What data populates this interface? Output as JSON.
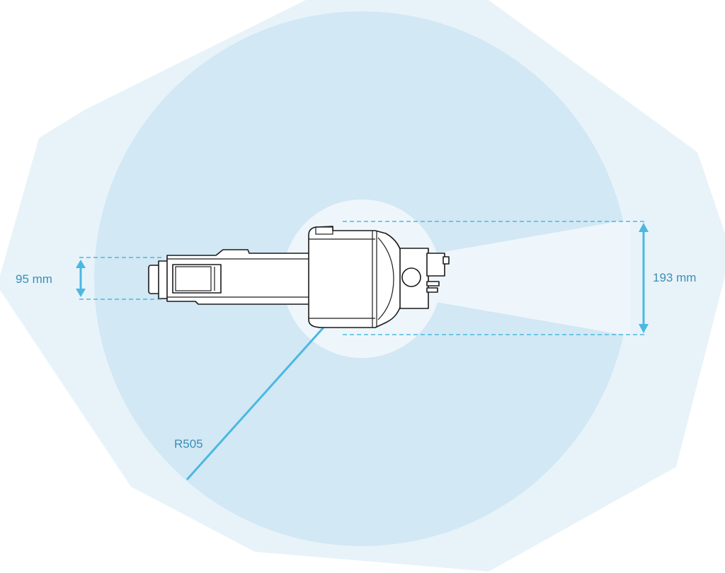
{
  "diagram": {
    "radius_label": "R505",
    "left_dimension_label": "95 mm",
    "right_dimension_label": "193 mm"
  },
  "colors": {
    "outer_zone": "#e8f3f9",
    "reach_circle": "#d2e8f4",
    "inner_clearance": "#eef6fb",
    "accent_line": "#4bb8e2",
    "label_text": "#3a8fb7",
    "robot_outline": "#1a1a1a"
  }
}
